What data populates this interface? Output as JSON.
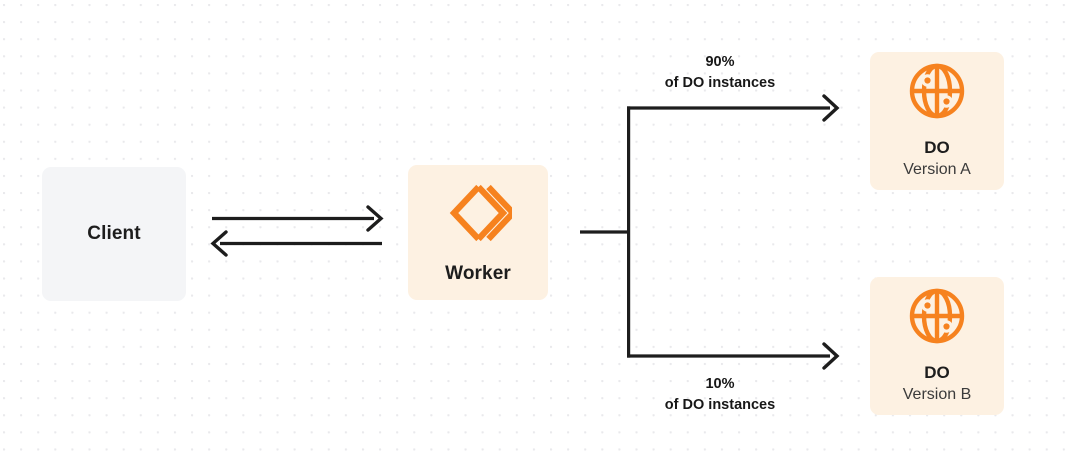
{
  "diagram": {
    "type": "architecture-flow",
    "background": {
      "color": "#ffffff",
      "dot_color": "#e9e9ec"
    },
    "palette": {
      "orange": "#F6821F",
      "node_cream": "#fdf1e2",
      "node_gray": "#f4f5f7",
      "stroke_dark": "#1d1d1d",
      "text_dark": "#171717"
    },
    "nodes": {
      "client": {
        "title": "Client",
        "icon": "none"
      },
      "worker": {
        "title": "Worker",
        "icon": "cloudflare-workers-icon"
      },
      "do_a": {
        "title": "DO",
        "subtitle": "Version A",
        "icon": "globe-icon"
      },
      "do_b": {
        "title": "DO",
        "subtitle": "Version B",
        "icon": "globe-icon"
      }
    },
    "edges": {
      "client_to_worker": {
        "direction": "bidirectional",
        "label": ""
      },
      "worker_to_do_a": {
        "percent": "90%",
        "description": "of DO instances"
      },
      "worker_to_do_b": {
        "percent": "10%",
        "description": "of DO instances"
      }
    }
  }
}
